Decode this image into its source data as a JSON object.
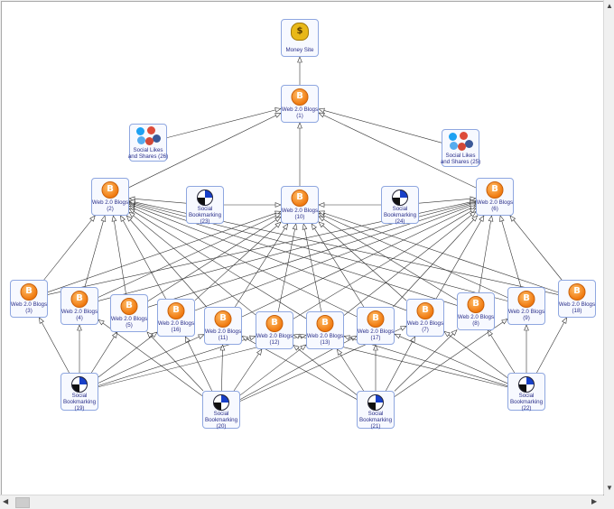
{
  "diagram": {
    "nodes": [
      {
        "id": "money",
        "kind": "money",
        "line1": "Money Site",
        "line2": ""
      },
      {
        "id": "b1",
        "kind": "blog",
        "line1": "Web 2.0 Blogs",
        "line2": "(1)"
      },
      {
        "id": "s26",
        "kind": "social",
        "line1": "Social Likes",
        "line2": "and Shares (26)"
      },
      {
        "id": "s25",
        "kind": "social",
        "line1": "Social Likes",
        "line2": "and Shares (25)"
      },
      {
        "id": "b2",
        "kind": "blog",
        "line1": "Web 2.0 Blogs",
        "line2": "(2)"
      },
      {
        "id": "bm23",
        "kind": "bm",
        "line1": "Social",
        "line2": "Bookmarking",
        "line3": "(23)"
      },
      {
        "id": "b10",
        "kind": "blog",
        "line1": "Web 2.0 Blogs",
        "line2": "(10)"
      },
      {
        "id": "bm24",
        "kind": "bm",
        "line1": "Social",
        "line2": "Bookmarking",
        "line3": "(24)"
      },
      {
        "id": "b6",
        "kind": "blog",
        "line1": "Web 2.0 Blogs",
        "line2": "(6)"
      },
      {
        "id": "b3",
        "kind": "blog",
        "line1": "Web 2.0 Blogs",
        "line2": "(3)"
      },
      {
        "id": "b4",
        "kind": "blog",
        "line1": "Web 2.0 Blogs",
        "line2": "(4)"
      },
      {
        "id": "b5",
        "kind": "blog",
        "line1": "Web 2.0 Blogs",
        "line2": "(5)"
      },
      {
        "id": "b16",
        "kind": "blog",
        "line1": "Web 2.0 Blogs",
        "line2": "(16)"
      },
      {
        "id": "b11",
        "kind": "blog",
        "line1": "Web 2.0 Blogs",
        "line2": "(11)"
      },
      {
        "id": "b12",
        "kind": "blog",
        "line1": "Web 2.0 Blogs",
        "line2": "(12)"
      },
      {
        "id": "b13",
        "kind": "blog",
        "line1": "Web 2.0 Blogs",
        "line2": "(13)"
      },
      {
        "id": "b17",
        "kind": "blog",
        "line1": "Web 2.0 Blogs",
        "line2": "(17)"
      },
      {
        "id": "b7",
        "kind": "blog",
        "line1": "Web 2.0 Blogs",
        "line2": "(7)"
      },
      {
        "id": "b8",
        "kind": "blog",
        "line1": "Web 2.0 Blogs",
        "line2": "(8)"
      },
      {
        "id": "b9",
        "kind": "blog",
        "line1": "Web 2.0 Blogs",
        "line2": "(9)"
      },
      {
        "id": "b18",
        "kind": "blog",
        "line1": "Web 2.0 Blogs",
        "line2": "(18)"
      },
      {
        "id": "bm19",
        "kind": "bm",
        "line1": "Social",
        "line2": "Bookmarking",
        "line3": "(19)"
      },
      {
        "id": "bm20",
        "kind": "bm",
        "line1": "Social",
        "line2": "Bookmarking",
        "line3": "(20)"
      },
      {
        "id": "bm21",
        "kind": "bm",
        "line1": "Social",
        "line2": "Bookmarking",
        "line3": "(21)"
      },
      {
        "id": "bm22",
        "kind": "bm",
        "line1": "Social",
        "line2": "Bookmarking",
        "line3": "(22)"
      }
    ],
    "edges": [
      [
        "b1",
        "money"
      ],
      [
        "s26",
        "b1"
      ],
      [
        "s25",
        "b1"
      ],
      [
        "b2",
        "b1"
      ],
      [
        "b10",
        "b1"
      ],
      [
        "b6",
        "b1"
      ],
      [
        "bm23",
        "b2"
      ],
      [
        "bm23",
        "b10"
      ],
      [
        "bm24",
        "b10"
      ],
      [
        "bm24",
        "b6"
      ],
      [
        "b3",
        "b2"
      ],
      [
        "b3",
        "b10"
      ],
      [
        "b3",
        "b6"
      ],
      [
        "b4",
        "b2"
      ],
      [
        "b4",
        "b10"
      ],
      [
        "b4",
        "b6"
      ],
      [
        "b5",
        "b2"
      ],
      [
        "b5",
        "b10"
      ],
      [
        "b5",
        "b6"
      ],
      [
        "b16",
        "b2"
      ],
      [
        "b16",
        "b10"
      ],
      [
        "b16",
        "b6"
      ],
      [
        "b11",
        "b2"
      ],
      [
        "b11",
        "b10"
      ],
      [
        "b11",
        "b6"
      ],
      [
        "b12",
        "b2"
      ],
      [
        "b12",
        "b10"
      ],
      [
        "b12",
        "b6"
      ],
      [
        "b13",
        "b2"
      ],
      [
        "b13",
        "b10"
      ],
      [
        "b13",
        "b6"
      ],
      [
        "b17",
        "b2"
      ],
      [
        "b17",
        "b10"
      ],
      [
        "b17",
        "b6"
      ],
      [
        "b7",
        "b2"
      ],
      [
        "b7",
        "b10"
      ],
      [
        "b7",
        "b6"
      ],
      [
        "b8",
        "b2"
      ],
      [
        "b8",
        "b10"
      ],
      [
        "b8",
        "b6"
      ],
      [
        "b9",
        "b2"
      ],
      [
        "b9",
        "b10"
      ],
      [
        "b9",
        "b6"
      ],
      [
        "b18",
        "b2"
      ],
      [
        "b18",
        "b10"
      ],
      [
        "b18",
        "b6"
      ],
      [
        "bm19",
        "b3"
      ],
      [
        "bm19",
        "b4"
      ],
      [
        "bm19",
        "b5"
      ],
      [
        "bm19",
        "b16"
      ],
      [
        "bm19",
        "b11"
      ],
      [
        "bm19",
        "b12"
      ],
      [
        "bm19",
        "b13"
      ],
      [
        "bm20",
        "b4"
      ],
      [
        "bm20",
        "b5"
      ],
      [
        "bm20",
        "b16"
      ],
      [
        "bm20",
        "b11"
      ],
      [
        "bm20",
        "b12"
      ],
      [
        "bm20",
        "b13"
      ],
      [
        "bm20",
        "b17"
      ],
      [
        "bm20",
        "b7"
      ],
      [
        "bm21",
        "b12"
      ],
      [
        "bm21",
        "b13"
      ],
      [
        "bm21",
        "b17"
      ],
      [
        "bm21",
        "b7"
      ],
      [
        "bm21",
        "b8"
      ],
      [
        "bm21",
        "b9"
      ],
      [
        "bm21",
        "b11"
      ],
      [
        "bm22",
        "b13"
      ],
      [
        "bm22",
        "b17"
      ],
      [
        "bm22",
        "b7"
      ],
      [
        "bm22",
        "b8"
      ],
      [
        "bm22",
        "b9"
      ],
      [
        "bm22",
        "b18"
      ],
      [
        "bm22",
        "b12"
      ]
    ]
  },
  "social_icon_colors": [
    "#1da1f2",
    "#dd4b39",
    "#3b5998",
    "#55acee",
    "#d34836"
  ],
  "accent": "#2a2f8a"
}
